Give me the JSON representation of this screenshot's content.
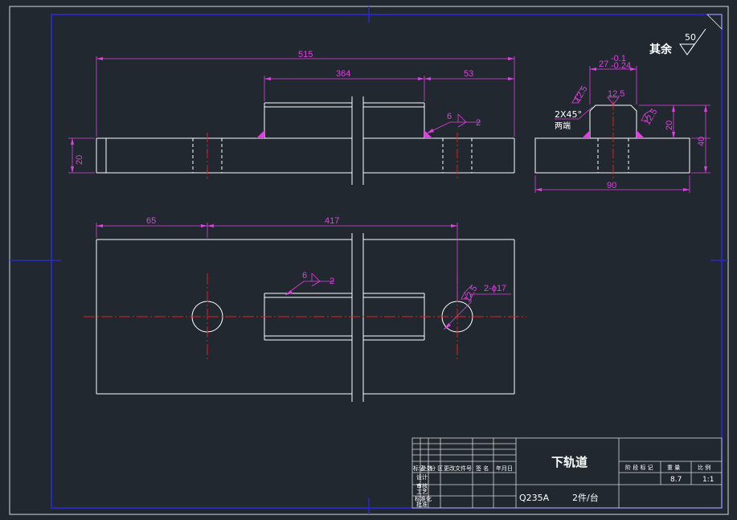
{
  "colors": {
    "background": "#212830",
    "border_white": "#d8d8d8",
    "frame_blue": "#2a2ae0",
    "outline": "#ffffff",
    "dimension": "#e040e0",
    "centerline": "#e02020"
  },
  "roughness": {
    "label": "其余",
    "value": "50"
  },
  "front_view": {
    "dim_overall": "515",
    "dim_slot": "364",
    "dim_right": "53",
    "dim_height": "20",
    "weld_size": "6",
    "weld_count": "2"
  },
  "side_view": {
    "dim_top": "27",
    "tol_upper": "-0.1",
    "tol_lower": "-0.24",
    "chamfer": "2X45°",
    "chamfer_note": "两端",
    "rough_left": "12.5",
    "rough_top": "12.5",
    "rough_right": "12.5",
    "dim_step": "20",
    "dim_total": "40",
    "dim_width": "90"
  },
  "plan_view": {
    "dim_left": "65",
    "dim_span": "417",
    "weld_size": "6",
    "weld_count": "2",
    "hole_callout": "2-ϕ17",
    "hole_rough": "12.5"
  },
  "title_block": {
    "part_name": "下轨道",
    "material": "Q235A",
    "quantity": "2件/台",
    "weight": "8.7",
    "scale": "1:1",
    "header_labels": [
      "标记",
      "处数",
      "分 区",
      "更改文件号",
      "签 名",
      "年月日"
    ],
    "role_labels": [
      "设计",
      "审核",
      "工艺",
      "标准化",
      "批准"
    ],
    "col_headers": [
      "阶 段 标 记",
      "重 量",
      "比 例"
    ]
  }
}
